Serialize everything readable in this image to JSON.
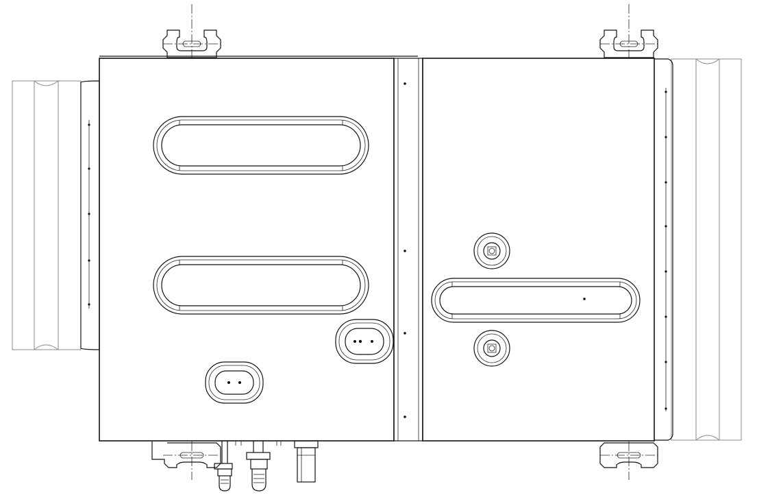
{
  "drawing": {
    "view": "top view",
    "colors": {
      "line": "#111111",
      "duct": "#8a8a8a",
      "background": "#ffffff"
    },
    "components": [
      "left-duct-collar",
      "right-duct-collar",
      "left-housing",
      "right-housing",
      "center-seam-flange",
      "heater-slot-top",
      "heater-slot-middle",
      "heater-slot-right",
      "terminal-box-lower-left",
      "terminal-box-center",
      "cable-gland-top",
      "cable-gland-bottom",
      "hanger-bracket-top-left",
      "hanger-bracket-top-right",
      "hanger-bracket-bottom-left",
      "hanger-bracket-bottom-right",
      "connector-fittings"
    ]
  }
}
